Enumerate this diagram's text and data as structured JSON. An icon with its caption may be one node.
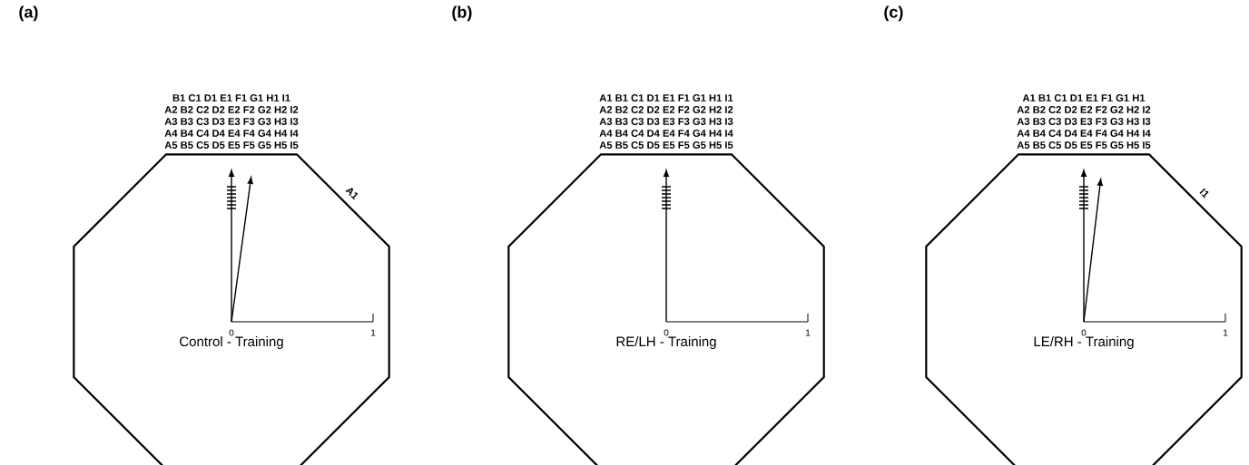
{
  "diagram": {
    "nodes": [
      {
        "text": [
          "Control - Training"
        ]
      },
      {
        "text": [
          "RE/LH - Training"
        ]
      },
      {
        "text": [
          "LE/RH - Training"
        ]
      }
    ],
    "labels": [
      "(a)",
      "(b)",
      "(c)",
      "B1 C1 D1 E1 F1 G1 H1 I1",
      "A2 B2 C2 D2 E2 F2 G2 H2 I2",
      "A3 B3 C3 D3 E3 F3 G3 H3 I3",
      "A4 B4 C4 D4 E4 F4 G4 H4 I4",
      "A5 B5 C5 D5 E5 F5 G5 H5 I5",
      "A1",
      "0",
      "1",
      "A1 B1 C1 D1 E1 F1 G1 H1 I1",
      "A2 B2 C2 D2 E2 F2 G2 H2 I2",
      "A3 B3 C3 D3 E3 F3 G3 H3 I3",
      "A4 B4 C4 D4 E4 F4 G4 H4 I4",
      "A5 B5 C5 D5 E5 F5 G5 H5 I5",
      "0",
      "1",
      "A1 B1 C1 D1 E1 F1 G1 H1",
      "A2 B2 C2 D2 E2 F2 G2 H2 I2",
      "A3 B3 C3 D3 E3 F3 G3 H3 I3",
      "A4 B4 C4 D4 E4 F4 G4 H4 I4",
      "A5 B5 C5 D5 E5 F5 G5 H5 I5",
      "I1",
      "0",
      "1"
    ]
  }
}
